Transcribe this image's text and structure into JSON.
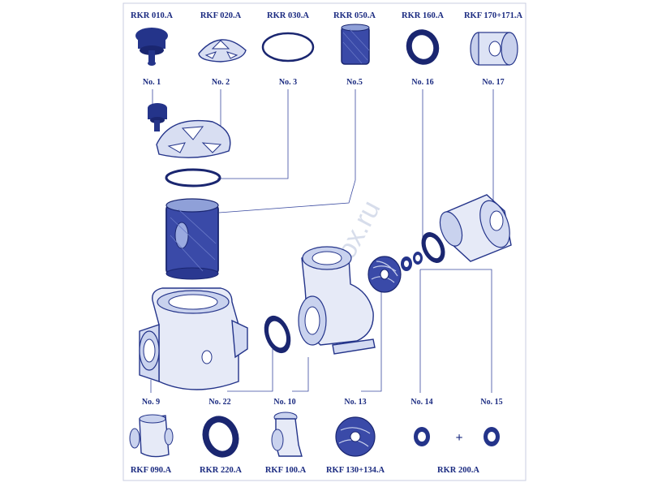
{
  "catalog": {
    "top_row": [
      {
        "code": "RKR 010.A",
        "number": "No. 1"
      },
      {
        "code": "RKF 020.A",
        "number": "No. 2"
      },
      {
        "code": "RKR 030.A",
        "number": "No. 3"
      },
      {
        "code": "RKR 050.A",
        "number": "No.5"
      },
      {
        "code": "RKR 160.A",
        "number": "No. 16"
      },
      {
        "code": "RKF 170+171.A",
        "number": "No. 17"
      }
    ],
    "bottom_numbers": [
      "No. 9",
      "No. 22",
      "No. 10",
      "No. 13",
      "No. 14",
      "No. 15"
    ],
    "bottom_codes": [
      "RKF 090.A",
      "RKR 220.A",
      "RKF 100.A",
      "RKF 130+134.A",
      "RKR 200.A"
    ],
    "plus_sign": "+"
  },
  "watermark": "poolbox.ru",
  "colors": {
    "ink": "#24348a",
    "tint": "#b7c4e6",
    "background": "#ffffff"
  }
}
